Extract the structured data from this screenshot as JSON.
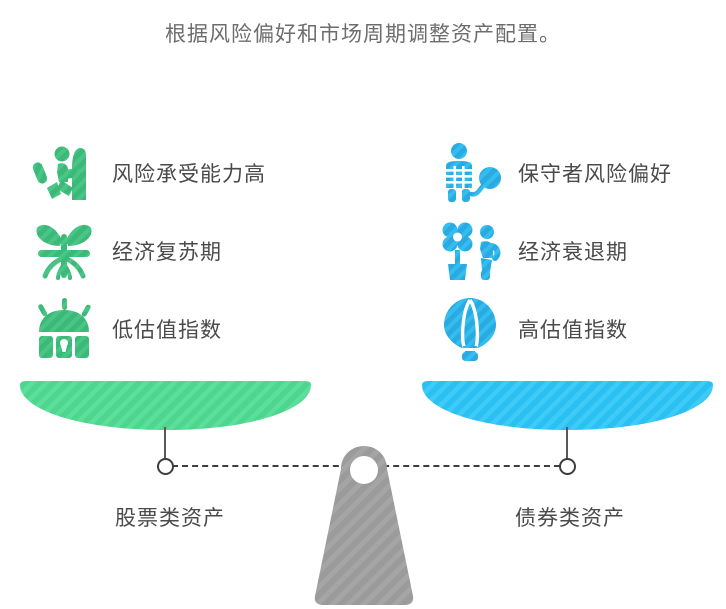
{
  "title": "根据风险偏好和市场周期调整资产配置。",
  "left_column": {
    "accent_color": "#3cb878",
    "items": [
      {
        "icon": "climbing-person-icon",
        "label": "风险承受能力高"
      },
      {
        "icon": "sprout-icon",
        "label": "经济复苏期"
      },
      {
        "icon": "treasure-chest-icon",
        "label": "低估值指数"
      }
    ]
  },
  "right_column": {
    "accent_color": "#29abe2",
    "items": [
      {
        "icon": "person-with-ball-chain-icon",
        "label": "保守者风险偏好"
      },
      {
        "icon": "flower-pot-person-icon",
        "label": "经济衰退期"
      },
      {
        "icon": "hot-air-balloon-icon",
        "label": "高估值指数"
      }
    ]
  },
  "balance": {
    "left_pan": {
      "label": "股票类资产",
      "color": "#4ed68f"
    },
    "right_pan": {
      "label": "债券类资产",
      "color": "#2bc0f2"
    },
    "fulcrum_color": "#9b9b9b",
    "beam_color": "#3d3d3d"
  }
}
